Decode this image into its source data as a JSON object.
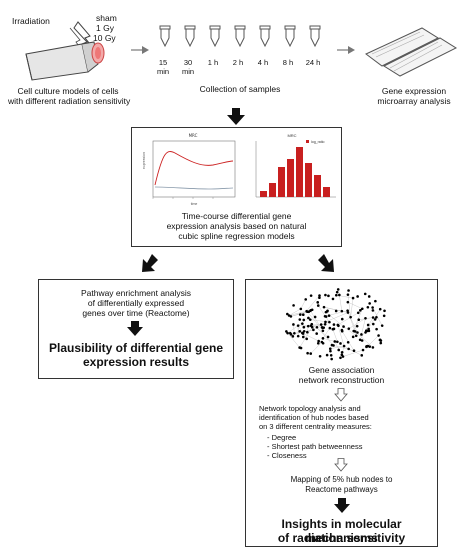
{
  "top": {
    "irradiation_label": "Irradiation",
    "doses": [
      "sham",
      "1 Gy",
      "10 Gy"
    ],
    "cell_caption": [
      "Cell culture models of cells",
      "with different radiation sensitivity"
    ],
    "timepoints": [
      {
        "line1": "15",
        "line2": "min"
      },
      {
        "line1": "30",
        "line2": "min"
      },
      {
        "line1": "1 h",
        "line2": ""
      },
      {
        "line1": "2 h",
        "line2": ""
      },
      {
        "line1": "4 h",
        "line2": ""
      },
      {
        "line1": "8 h",
        "line2": ""
      },
      {
        "line1": "24 h",
        "line2": ""
      }
    ],
    "collection_caption": "Collection of samples",
    "microarray_caption": [
      "Gene expression",
      "microarray analysis"
    ]
  },
  "middle": {
    "caption": [
      "Time-course differential gene",
      "expression analysis based on natural",
      "cubic spline regression models"
    ]
  },
  "left_box": {
    "pathway_text": [
      "Pathway enrichment analysis",
      "of differentially expressed",
      "genes over time (Reactome)"
    ],
    "result": [
      "Plausibility of differential gene",
      "expression results"
    ]
  },
  "right_box": {
    "network_caption": [
      "Gene association",
      "network reconstruction"
    ],
    "topology_text": [
      "Network topology analysis and",
      "identification of hub nodes based",
      "on 3 different centrality measures:"
    ],
    "measures": [
      "- Degree",
      "- Shortest path betweenness",
      "- Closeness"
    ],
    "mapping_text": [
      "Mapping of 5% hub nodes to",
      "Reactome pathways"
    ],
    "result": [
      "Insights in molecular mechanisms",
      "of radiation sensitivity"
    ]
  },
  "colors": {
    "accent_red": "#cc2222",
    "line_grey": "#888888",
    "border": "#333333"
  }
}
